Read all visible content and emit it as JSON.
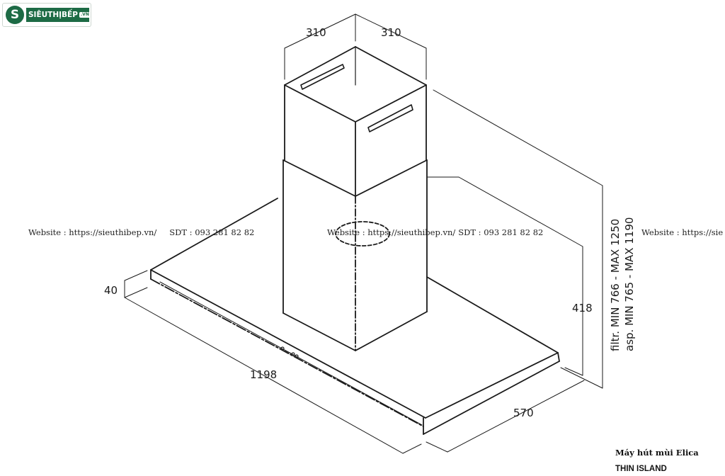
{
  "logo": {
    "mark": "S",
    "brand": "SIÊUTHỊBẾP",
    "tld": ".VN"
  },
  "watermark": {
    "website": "Website : https://sieuthibep.vn/",
    "phone": "SDT : 093 281 82 82",
    "website_cut": "Website : https://sie"
  },
  "dimensions": {
    "chimney_width": "310",
    "chimney_depth": "310",
    "canopy_thickness": "40",
    "canopy_width": "1198",
    "canopy_depth": "570",
    "height_418": "418",
    "filtr_range": "filtr. MIN 766 - MAX 1250",
    "asp_range": "asp. MIN 765 - MAX 1190"
  },
  "caption": {
    "product": "Máy hút mùi Elica",
    "model": "THIN ISLAND"
  }
}
